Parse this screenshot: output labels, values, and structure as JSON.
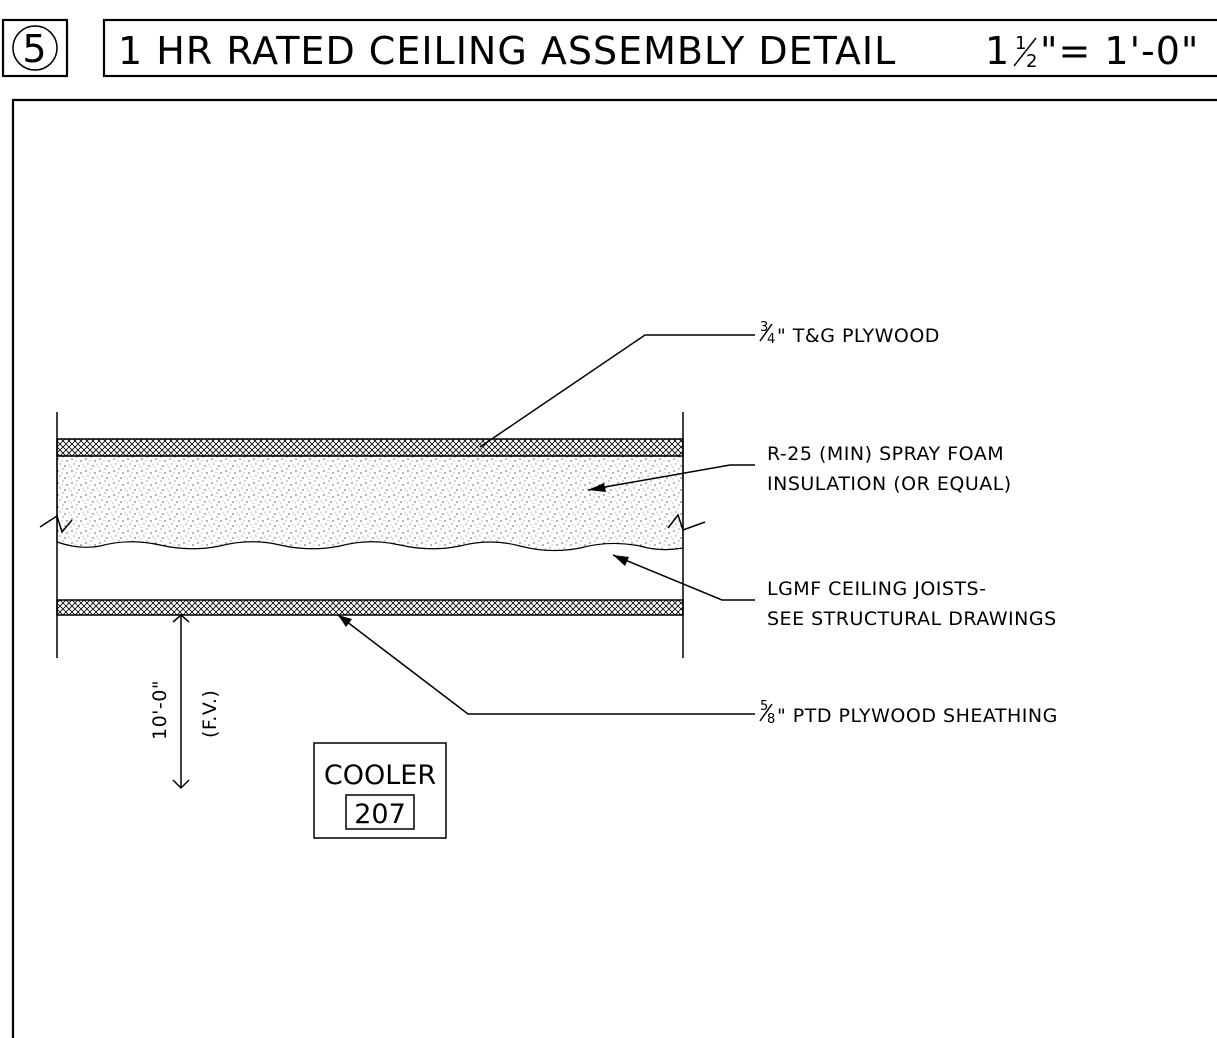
{
  "header": {
    "detail_number": "5",
    "title": "1 HR RATED CEILING ASSEMBLY DETAIL",
    "scale_whole": "1",
    "scale_num": "1",
    "scale_den": "2",
    "scale_rest": "\"= 1'-0\""
  },
  "callouts": {
    "plywood_top": {
      "num": "3",
      "den": "4",
      "text": "\" T&G PLYWOOD"
    },
    "insulation": {
      "line1": "R-25 (MIN) SPRAY FOAM",
      "line2": "INSULATION (OR EQUAL)"
    },
    "joists": {
      "line1": "LGMF CEILING JOISTS-",
      "line2": "SEE STRUCTURAL DRAWINGS"
    },
    "sheathing": {
      "num": "5",
      "den": "8",
      "text": "\" PTD PLYWOOD SHEATHING"
    }
  },
  "dimension": {
    "height": "10'-0\"",
    "note": "(F.V.)"
  },
  "room_tag": {
    "name": "COOLER",
    "number": "207"
  }
}
